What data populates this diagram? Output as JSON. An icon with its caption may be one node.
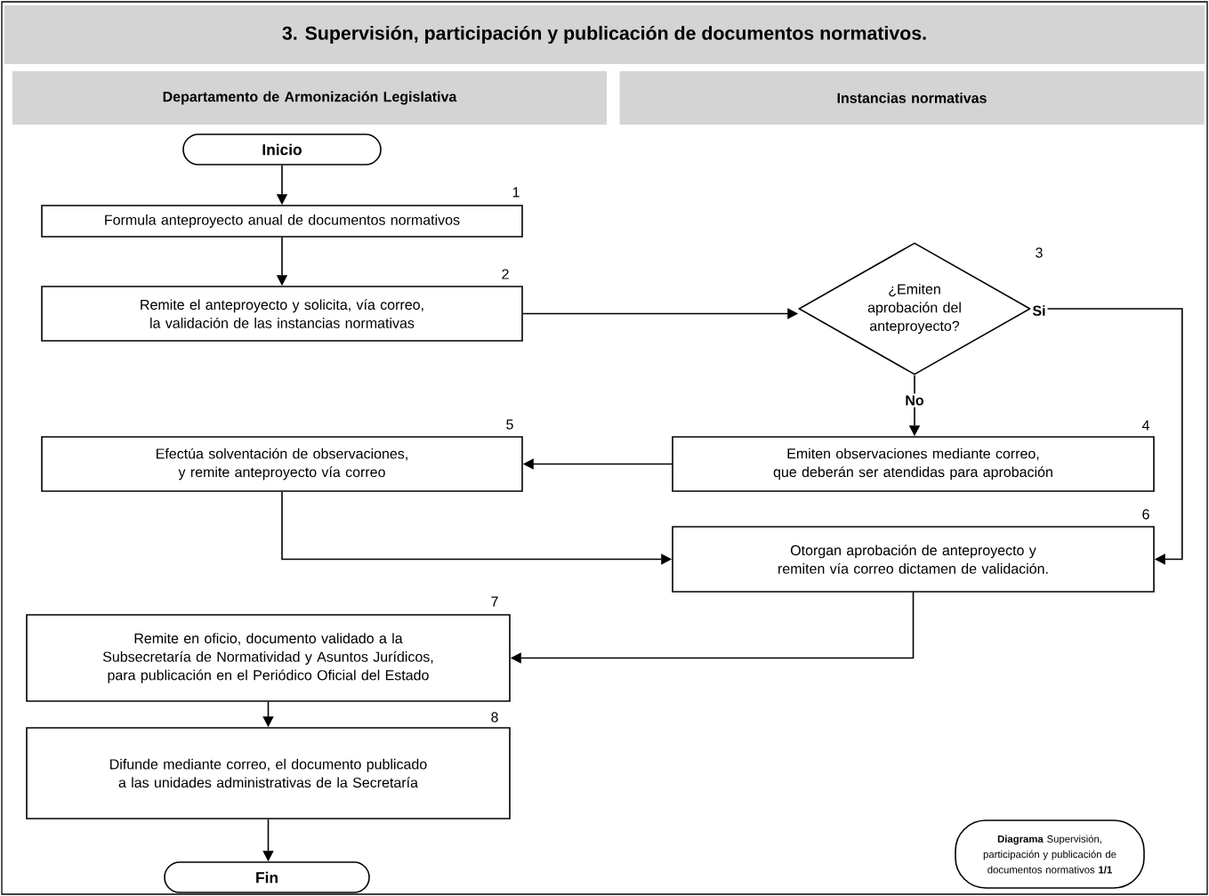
{
  "diagram": {
    "title": "3. Supervisión, participación y publicación de documentos normativos.",
    "nodes": [
      {
        "text": [
          "Departamento de Armonización Legislativa"
        ]
      },
      {
        "text": [
          "Instancias normativas"
        ]
      },
      {
        "text": [
          "Inicio"
        ]
      },
      {
        "text": [
          "Formula anteproyecto anual de documentos normativos"
        ],
        "beside": [
          "1"
        ]
      },
      {
        "text": [
          "Remite el anteproyecto y solicita, vía correo, la validación de las instancias normativas"
        ],
        "beside": [
          "2"
        ]
      },
      {
        "text": [
          "¿Emiten aprobación del anteproyecto?"
        ],
        "beside": [
          "3"
        ]
      },
      {
        "text": [
          "Emiten observaciones mediante correo, que deberán ser atendidas para aprobación"
        ],
        "beside": [
          "4"
        ]
      },
      {
        "text": [
          "Efectúa solventación de observaciones, y remite anteproyecto vía correo"
        ],
        "beside": [
          "5"
        ]
      },
      {
        "text": [
          "Otorgan aprobación de anteproyecto y remiten vía correo dictamen de validación."
        ],
        "beside": [
          "6"
        ]
      },
      {
        "text": [
          "Remite en oficio, documento validado a la Subsecretaría de Normatividad y Asuntos Jurídicos, para publicación en el Periódico Oficial del Estado"
        ],
        "beside": [
          "7"
        ]
      },
      {
        "text": [
          "Difunde mediante correo, el documento publicado a las unidades administrativas de la Secretaría"
        ],
        "beside": [
          "8"
        ]
      },
      {
        "text": [
          "Fin"
        ]
      },
      {
        "text": [
          "**Diagrama** Supervisión, participación y publicación de documentos normativos **1/1**"
        ]
      }
    ],
    "edges": [
      {
        "from": 2,
        "to": 3,
        "arrow": "to"
      },
      {
        "from": 3,
        "to": 4,
        "arrow": "to"
      },
      {
        "from": 4,
        "to": 5,
        "arrow": "to"
      },
      {
        "from": 5,
        "to": 8,
        "arrow": "to",
        "label": "Si"
      },
      {
        "from": 5,
        "to": 6,
        "arrow": "to",
        "label": "No"
      },
      {
        "from": 6,
        "to": 7,
        "arrow": "to"
      },
      {
        "from": 7,
        "to": 8,
        "arrow": "to"
      },
      {
        "from": 8,
        "to": 9,
        "arrow": "to"
      },
      {
        "from": 9,
        "to": 10,
        "arrow": "to"
      },
      {
        "from": 10,
        "to": 11,
        "arrow": "to"
      }
    ]
  }
}
